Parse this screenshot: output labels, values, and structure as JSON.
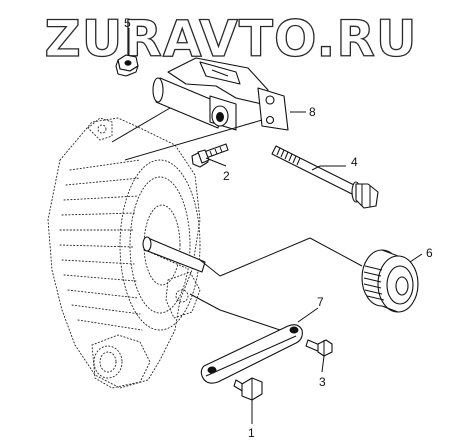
{
  "watermark": "ZURAVTO.RU",
  "callouts": {
    "c1": "1",
    "c2": "2",
    "c3": "3",
    "c4": "4",
    "c5": "5",
    "c6": "6",
    "c7": "7",
    "c8": "8"
  }
}
